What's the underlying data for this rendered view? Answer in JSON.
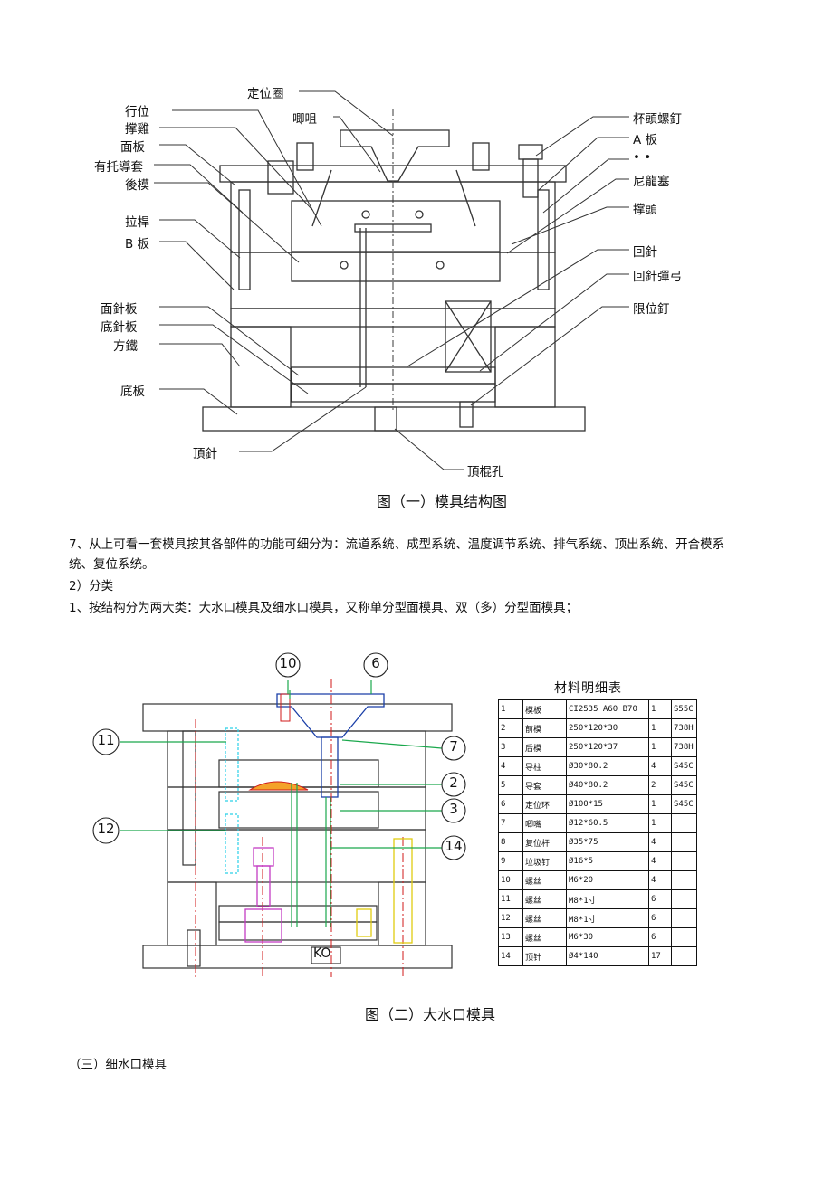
{
  "figure1": {
    "labels_left": [
      "行位",
      "撑雞",
      "面板",
      "有托導套",
      "後模",
      "拉桿",
      "B 板",
      "面針板",
      "底針板",
      "方鐵",
      "底板"
    ],
    "labels_top": [
      "定位圈",
      "唧咀"
    ],
    "labels_right": [
      "杯頭螺釘",
      "A 板",
      "• •",
      "尼龍塞",
      "撑頭",
      "回針",
      "回針彈弓",
      "限位釘"
    ],
    "labels_bottom": [
      "頂針",
      "頂棍孔"
    ],
    "caption": "图（一）模具结构图"
  },
  "paragraphs": {
    "p7_line1": "7、从上可看一套模具按其各部件的功能可细分为：流道系统、成型系统、温度调节系统、排气系统、顶出系统、开合模系",
    "p7_line2": "统、复位系统。",
    "p_classify": "2）分类",
    "p_struct": "1、按结构分为两大类：大水口模具及细水口模具，又称单分型面模具、双（多）分型面模具；"
  },
  "figure2": {
    "balloons": [
      "10",
      "6",
      "11",
      "7",
      "2",
      "3",
      "12",
      "14"
    ],
    "ko_label": "KO",
    "caption": "图（二）大水口模具",
    "bom_title": "材料明细表",
    "bom_rows": [
      [
        "1",
        "模板",
        "CI2535 A60 B70",
        "1",
        "S55C"
      ],
      [
        "2",
        "前模",
        "250*120*30",
        "1",
        "738H"
      ],
      [
        "3",
        "后模",
        "250*120*37",
        "1",
        "738H"
      ],
      [
        "4",
        "导柱",
        "Ø30*80.2",
        "4",
        "S45C"
      ],
      [
        "5",
        "导套",
        "Ø40*80.2",
        "2",
        "S45C"
      ],
      [
        "6",
        "定位环",
        "Ø100*15",
        "1",
        "S45C"
      ],
      [
        "7",
        "唧嘴",
        "Ø12*60.5",
        "1",
        ""
      ],
      [
        "8",
        "复位杆",
        "Ø35*75",
        "4",
        ""
      ],
      [
        "9",
        "垃圾钉",
        "Ø16*5",
        "4",
        ""
      ],
      [
        "10",
        "螺丝",
        "M6*20",
        "4",
        ""
      ],
      [
        "11",
        "螺丝",
        "M8*1寸",
        "6",
        ""
      ],
      [
        "12",
        "螺丝",
        "M8*1寸",
        "6",
        ""
      ],
      [
        "13",
        "螺丝",
        "M6*30",
        "6",
        ""
      ],
      [
        "14",
        "顶针",
        "Ø4*140",
        "17",
        ""
      ]
    ]
  },
  "section3": {
    "heading": "（三）细水口模具"
  }
}
